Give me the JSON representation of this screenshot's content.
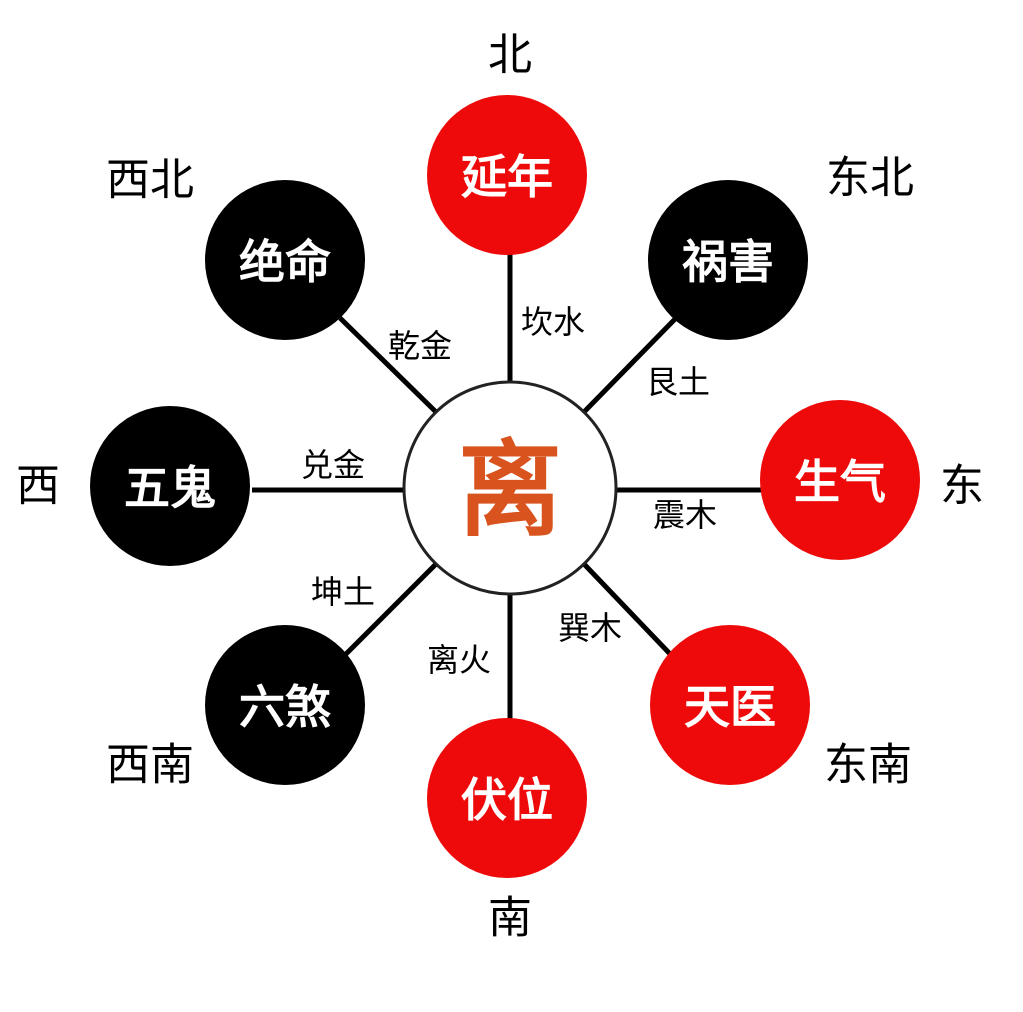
{
  "center": {
    "label": "离",
    "color": "#d9531e"
  },
  "nodes": [
    {
      "id": "north",
      "label": "延年",
      "direction": "北",
      "trigram": "坎水",
      "type": "auspicious"
    },
    {
      "id": "northeast",
      "label": "祸害",
      "direction": "东北",
      "trigram": "艮土",
      "type": "inauspicious"
    },
    {
      "id": "east",
      "label": "生气",
      "direction": "东",
      "trigram": "震木",
      "type": "auspicious"
    },
    {
      "id": "southeast",
      "label": "天医",
      "direction": "东南",
      "trigram": "巽木",
      "type": "auspicious"
    },
    {
      "id": "south",
      "label": "伏位",
      "direction": "南",
      "trigram": "离火",
      "type": "auspicious"
    },
    {
      "id": "southwest",
      "label": "六煞",
      "direction": "西南",
      "trigram": "坤土",
      "type": "inauspicious"
    },
    {
      "id": "west",
      "label": "五鬼",
      "direction": "西",
      "trigram": "兑金",
      "type": "inauspicious"
    },
    {
      "id": "northwest",
      "label": "绝命",
      "direction": "西北",
      "trigram": "乾金",
      "type": "inauspicious"
    }
  ],
  "colors": {
    "auspicious": "#ee0a0a",
    "inauspicious": "#000000",
    "line": "#000000",
    "center_stroke": "#222222"
  }
}
